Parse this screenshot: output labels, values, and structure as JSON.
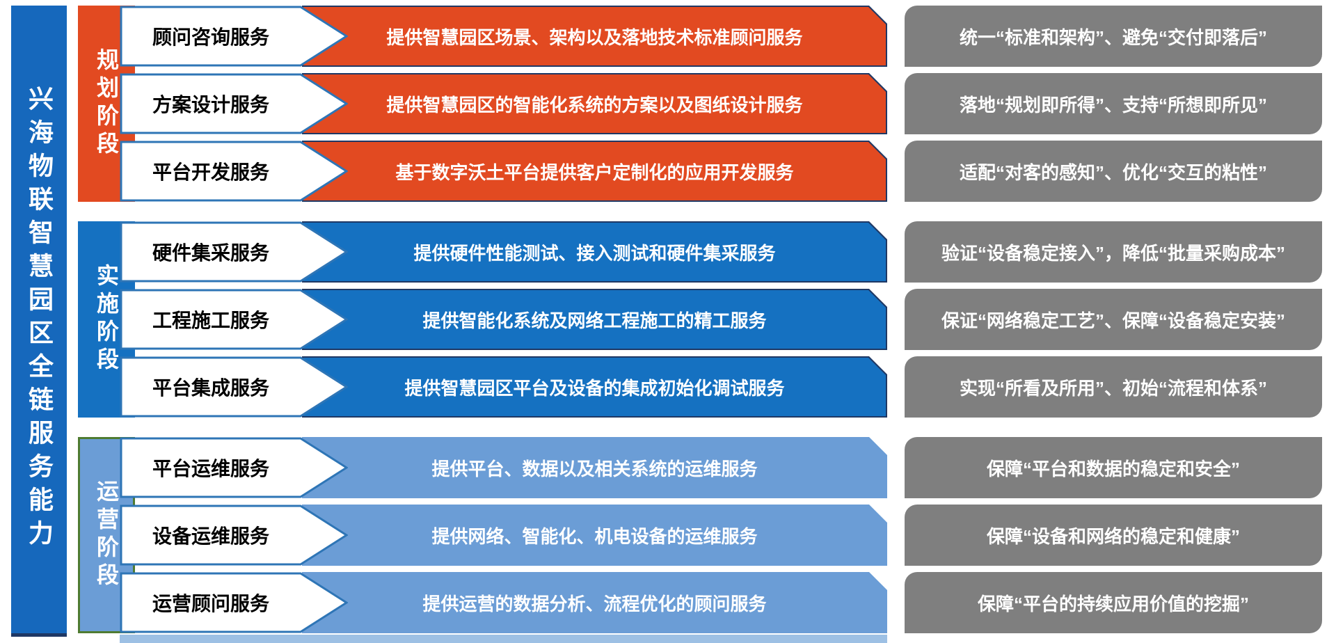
{
  "title_bar": {
    "text": "兴海物联智慧园区全链服务能力"
  },
  "colors": {
    "title_bar_blue": "#1668BC",
    "planning_red": "#E24A21",
    "implementation_blue": "#1571C1",
    "operation_light_blue": "#6B9DD6",
    "benefit_gray": "#7F7F7F",
    "bar_navy_outline": "#1F3864",
    "arrow_border_blue": "#2E75B6",
    "operation_phase_green_border": "#4F7B31",
    "footer_strip_blue": "#9DC0E4"
  },
  "groups": [
    {
      "phase_label": "规划阶段",
      "rows": [
        {
          "service": "顾问咨询服务",
          "description": "提供智慧园区场景、架构以及落地技术标准顾问服务",
          "benefit": "统一“标准和架构”、避免“交付即落后”"
        },
        {
          "service": "方案设计服务",
          "description": "提供智慧园区的智能化系统的方案以及图纸设计服务",
          "benefit": "落地“规划即所得”、支持“所想即所见”"
        },
        {
          "service": "平台开发服务",
          "description": "基于数字沃土平台提供客户定制化的应用开发服务",
          "benefit": "适配“对客的感知”、优化“交互的粘性”"
        }
      ]
    },
    {
      "phase_label": "实施阶段",
      "rows": [
        {
          "service": "硬件集采服务",
          "description": "提供硬件性能测试、接入测试和硬件集采服务",
          "benefit": "验证“设备稳定接入”，降低“批量采购成本”"
        },
        {
          "service": "工程施工服务",
          "description": "提供智能化系统及网络工程施工的精工服务",
          "benefit": "保证“网络稳定工艺”、保障“设备稳定安装”"
        },
        {
          "service": "平台集成服务",
          "description": "提供智慧园区平台及设备的集成初始化调试服务",
          "benefit": "实现“所看及所用”、初始“流程和体系”"
        }
      ]
    },
    {
      "phase_label": "运营阶段",
      "rows": [
        {
          "service": "平台运维服务",
          "description": "提供平台、数据以及相关系统的运维服务",
          "benefit": "保障“平台和数据的稳定和安全”"
        },
        {
          "service": "设备运维服务",
          "description": "提供网络、智能化、机电设备的运维服务",
          "benefit": "保障“设备和网络的稳定和健康”"
        },
        {
          "service": "运营顾问服务",
          "description": "提供运营的数据分析、流程优化的顾问服务",
          "benefit": "保障“平台的持续应用价值的挖掘”"
        }
      ]
    }
  ]
}
